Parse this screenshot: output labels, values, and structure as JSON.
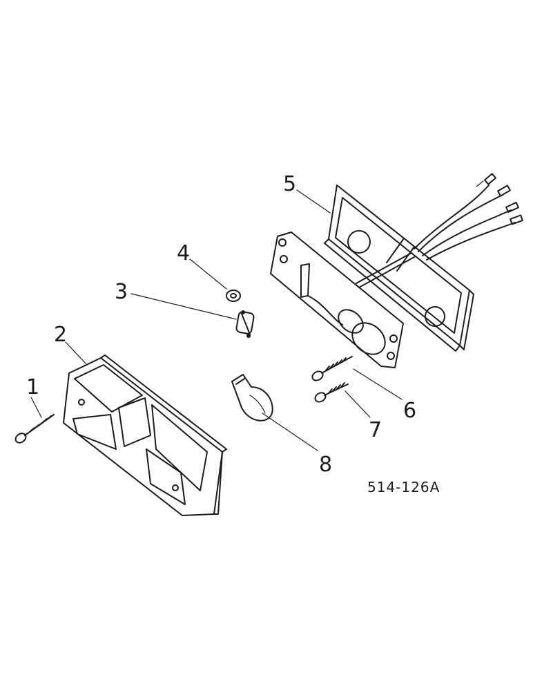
{
  "callouts": [
    {
      "id": "1",
      "label": "1"
    },
    {
      "id": "2",
      "label": "2"
    },
    {
      "id": "3",
      "label": "3"
    },
    {
      "id": "4",
      "label": "4"
    },
    {
      "id": "5",
      "label": "5"
    },
    {
      "id": "6",
      "label": "6"
    },
    {
      "id": "7",
      "label": "7"
    },
    {
      "id": "8",
      "label": "8"
    }
  ],
  "reference_code": "514-126A"
}
